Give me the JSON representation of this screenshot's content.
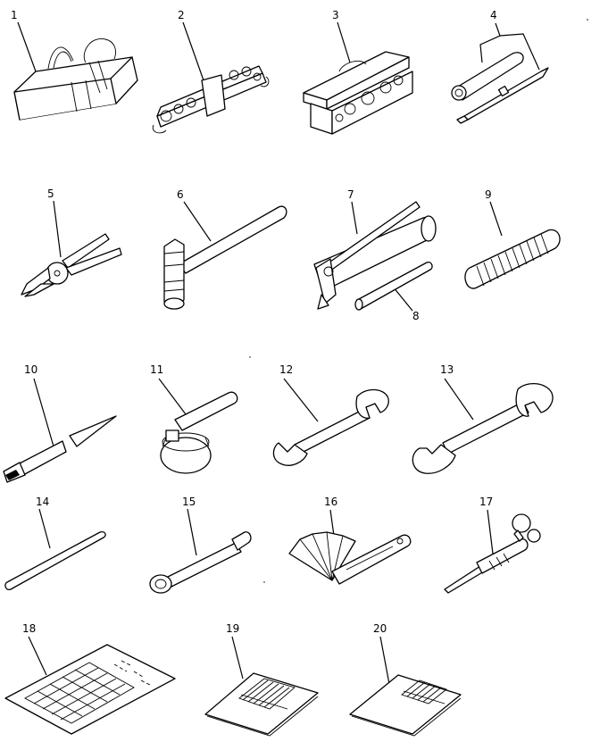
{
  "diagram": {
    "items": [
      {
        "number": "1"
      },
      {
        "number": "2"
      },
      {
        "number": "3"
      },
      {
        "number": "4"
      },
      {
        "number": "5"
      },
      {
        "number": "6"
      },
      {
        "number": "7"
      },
      {
        "number": "8"
      },
      {
        "number": "9"
      },
      {
        "number": "10"
      },
      {
        "number": "11"
      },
      {
        "number": "12"
      },
      {
        "number": "13"
      },
      {
        "number": "14"
      },
      {
        "number": "15"
      },
      {
        "number": "16"
      },
      {
        "number": "17"
      },
      {
        "number": "18"
      },
      {
        "number": "19"
      },
      {
        "number": "20"
      }
    ]
  }
}
